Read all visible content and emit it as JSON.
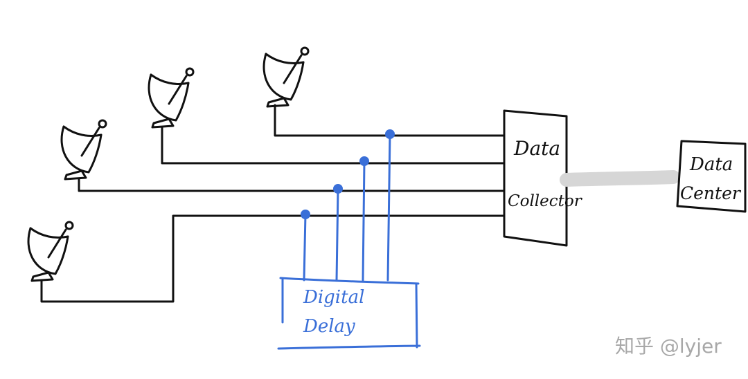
{
  "diagram": {
    "collector_label_line1": "Data",
    "collector_label_line2": "Collector",
    "center_label_line1": "Data",
    "center_label_line2": "Center",
    "delay_label_line1": "Digital",
    "delay_label_line2": "Delay",
    "watermark": "知乎 @lyjer",
    "colors": {
      "ink": "#111111",
      "delay_blue": "#3a6fd8",
      "link_gray": "#d6d6d6",
      "watermark_gray": "#9a9a9a"
    }
  }
}
